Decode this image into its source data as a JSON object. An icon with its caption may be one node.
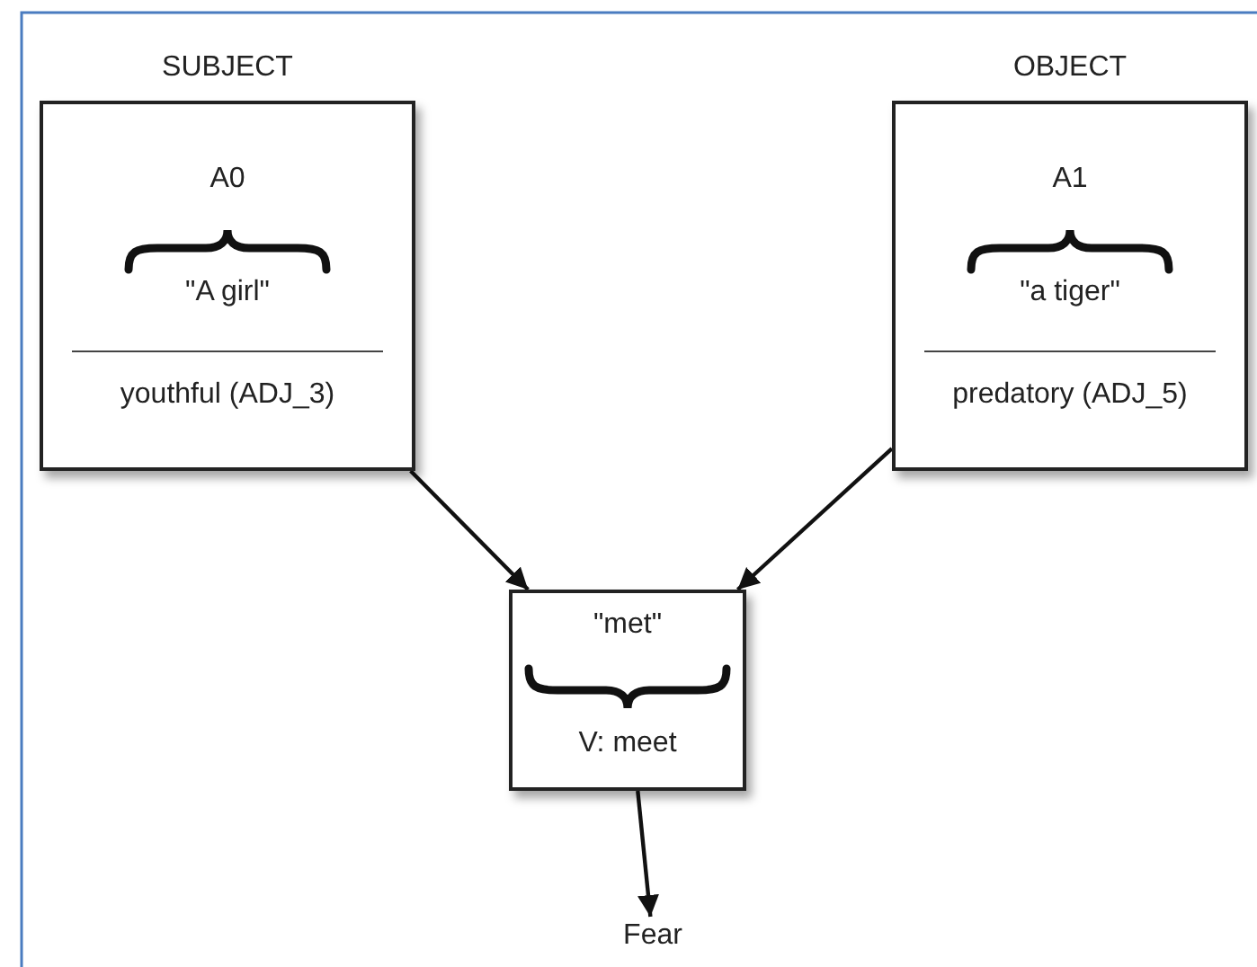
{
  "diagram": {
    "nodes": [
      {
        "text": [
          "SUBJECT",
          "A0",
          "\"A girl\"",
          "youthful (ADJ_3)"
        ]
      },
      {
        "text": [
          "OBJECT",
          "A1",
          "\"a tiger\"",
          "predatory (ADJ_5)"
        ]
      },
      {
        "text": [
          "\"met\"",
          "V: meet"
        ]
      },
      {
        "text": [
          "Fear"
        ]
      }
    ],
    "edges": [
      {
        "from": 0,
        "to": 2,
        "arrow": "to"
      },
      {
        "from": 1,
        "to": 2,
        "arrow": "to"
      },
      {
        "from": 2,
        "to": 3,
        "arrow": "to"
      }
    ]
  }
}
